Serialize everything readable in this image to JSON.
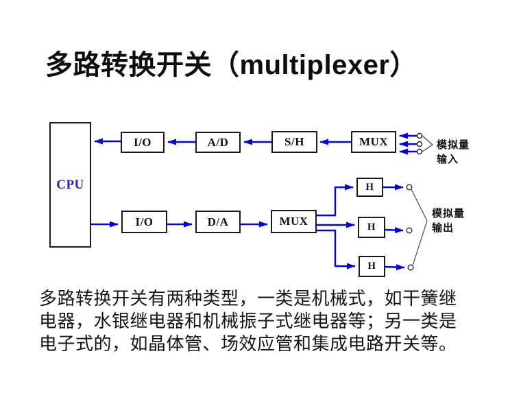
{
  "slide": {
    "title": "多路转换开关（multiplexer）",
    "body_lines": [
      "多路转换开关有两种类型，一类是机械式，如干簧继",
      "电器，水银继电器和机械振子式继电器等；另一类是",
      "电子式的，如晶体管、场效应管和集成电路开关等。"
    ]
  },
  "diagram": {
    "boxes": {
      "cpu": "CPU",
      "io_top": "I/O",
      "ad": "A/D",
      "sh": "S/H",
      "mux_top": "MUX",
      "io_bottom": "I/O",
      "da": "D/A",
      "mux_bottom": "MUX",
      "h_top": "H",
      "h_mid": "H",
      "h_bottom": "H"
    },
    "labels": {
      "analog_input": [
        "模拟量",
        "输入"
      ],
      "analog_output": [
        "模拟量",
        "输出"
      ]
    },
    "colors": {
      "arrow": "#0202dd",
      "cpu_text": "#2222cc",
      "box_border": "#1a1a1a",
      "connector": "#444444"
    }
  }
}
